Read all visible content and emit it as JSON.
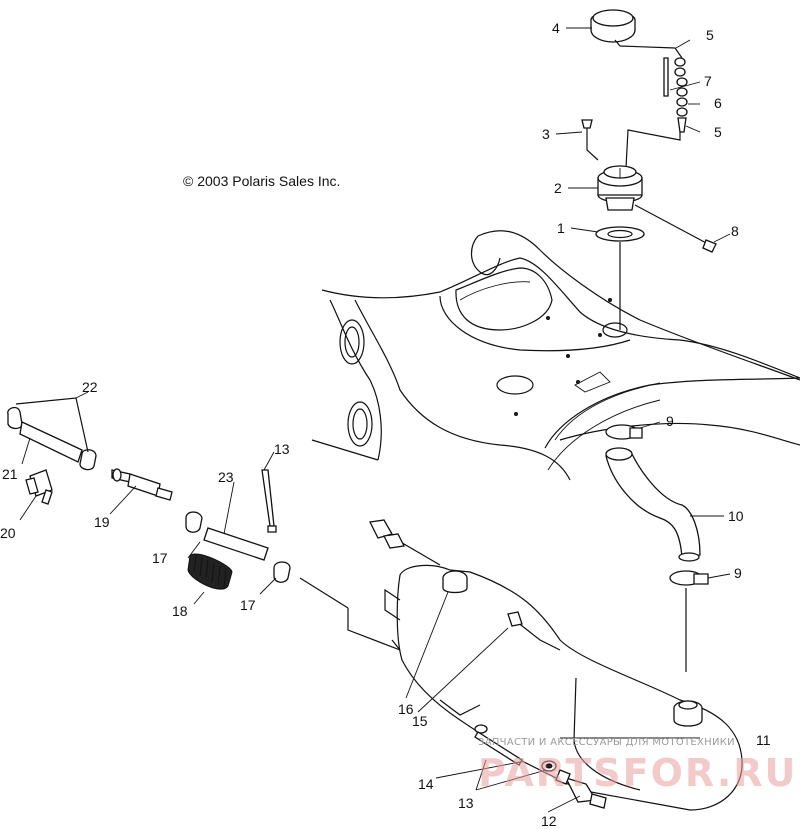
{
  "copyright": "© 2003 Polaris Sales Inc.",
  "watermark": {
    "top_text": "ЗАПЧАСТИ И АКСЕССУАРЫ ДЛЯ МОТОТЕХНИКИ",
    "brand_text": "PARTSFOR.RU",
    "color": "#e8a0a0"
  },
  "callouts": {
    "c1": "1",
    "c2": "2",
    "c3": "3",
    "c4": "4",
    "c5a": "5",
    "c5b": "5",
    "c6": "6",
    "c7": "7",
    "c8": "8",
    "c9a": "9",
    "c9b": "9",
    "c10": "10",
    "c11": "11",
    "c12": "12",
    "c13a": "13",
    "c13b": "13",
    "c14": "14",
    "c15": "15",
    "c16": "16",
    "c17a": "17",
    "c17b": "17",
    "c18": "18",
    "c19": "19",
    "c20": "20",
    "c21": "21",
    "c22": "22",
    "c23": "23"
  }
}
